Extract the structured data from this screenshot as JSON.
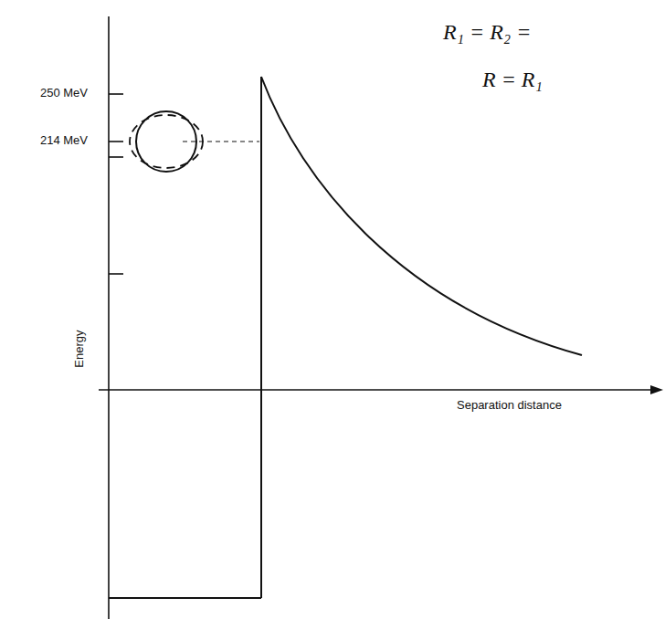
{
  "diagram": {
    "labels": [
      "R₁ = R₂ =",
      "R = R₁",
      "250 MeV",
      "214 MeV",
      "Energy",
      "Separation distance"
    ]
  }
}
